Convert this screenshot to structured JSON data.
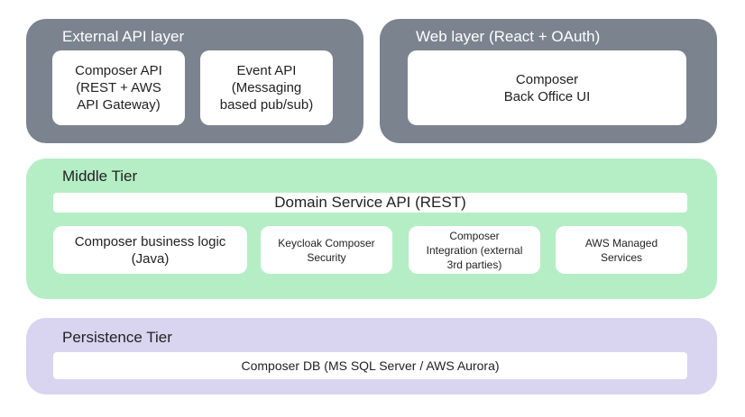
{
  "colors": {
    "gray_panel": "#7b838f",
    "green_panel": "#b5eec5",
    "lavender_panel": "#d9d5f0",
    "box": "#ffffff"
  },
  "external_layer": {
    "title": "External API layer",
    "composer_api": "Composer API\n(REST + AWS\nAPI Gateway)",
    "event_api": "Event API\n(Messaging\nbased pub/sub)"
  },
  "web_layer": {
    "title": "Web layer (React + OAuth)",
    "back_office": "Composer\nBack Office UI"
  },
  "middle_tier": {
    "title": "Middle Tier",
    "domain_service_api": "Domain Service API (REST)",
    "business_logic": "Composer business logic\n(Java)",
    "keycloak": "Keycloak Composer\nSecurity",
    "integration": "Composer\nIntegration (external\n3rd parties)",
    "aws_managed": "AWS Managed\nServices"
  },
  "persistence_tier": {
    "title": "Persistence Tier",
    "db": "Composer DB (MS SQL Server / AWS Aurora)"
  }
}
